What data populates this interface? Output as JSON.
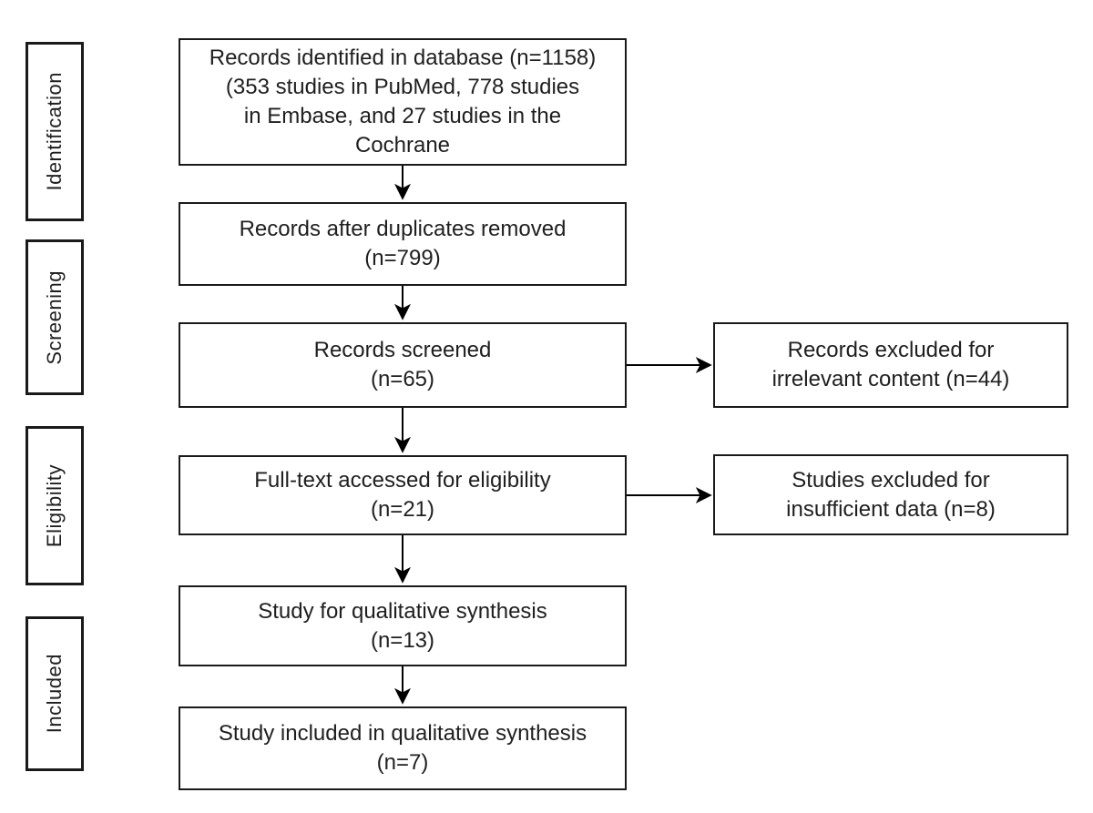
{
  "stages": [
    {
      "label": "Identification"
    },
    {
      "label": "Screening"
    },
    {
      "label": "Eligibility"
    },
    {
      "label": "Included"
    }
  ],
  "boxes": {
    "identified": "Records identified in database (n=1158)\n(353 studies in PubMed, 778 studies\nin Embase, and 27 studies in the\nCochrane",
    "deduplicated": "Records after duplicates removed\n(n=799)",
    "screened": "Records screened\n(n=65)",
    "fulltext": "Full-text accessed for eligibility\n(n=21)",
    "qualitative": "Study for qualitative synthesis\n(n=13)",
    "included": "Study included in qualitative synthesis\n(n=7)",
    "excluded_irrelevant": "Records excluded for\nirrelevant content (n=44)",
    "excluded_insufficient": "Studies excluded for\ninsufficient data (n=8)"
  },
  "counts": {
    "identified_total": 1158,
    "pubmed": 353,
    "embase": 778,
    "cochrane": 27,
    "after_duplicates_removed": 799,
    "screened": 65,
    "excluded_irrelevant_content": 44,
    "fulltext_assessed": 21,
    "excluded_insufficient_data": 8,
    "qualitative_synthesis": 13,
    "included_qualitative_synthesis": 7
  },
  "colors": {
    "border": "#1a1a1a",
    "text": "#1f1f1f",
    "arrow": "#000000",
    "background": "#ffffff"
  }
}
